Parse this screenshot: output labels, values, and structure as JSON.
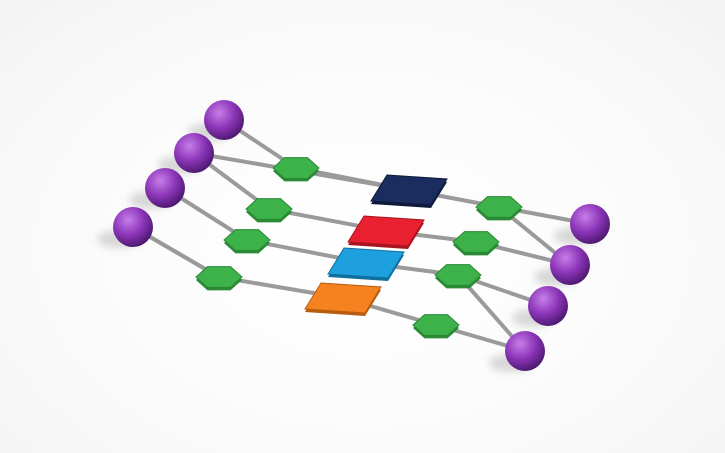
{
  "scene": {
    "description_visible_text": "",
    "background_color": "#ffffff",
    "rod_color": "#9a9a9a",
    "shadow_color": "#c8c8c8",
    "sphere": {
      "color": "#8b35b8",
      "highlight": "#c77ee8",
      "dark": "#4d1870",
      "count": 8,
      "icon": "sphere-icon"
    },
    "hexagon": {
      "color": "#3db14a",
      "edge": "#2a8a35",
      "count": 8,
      "icon": "hexagon-icon"
    },
    "squares": [
      {
        "name": "navy-square",
        "color": "#1b2c5e",
        "edge": "#0f1a3a"
      },
      {
        "name": "red-square",
        "color": "#e8202f",
        "edge": "#a8141f"
      },
      {
        "name": "blue-square",
        "color": "#1ea0de",
        "edge": "#0f6f9e"
      },
      {
        "name": "orange-square",
        "color": "#f5821f",
        "edge": "#b85c10"
      }
    ]
  }
}
